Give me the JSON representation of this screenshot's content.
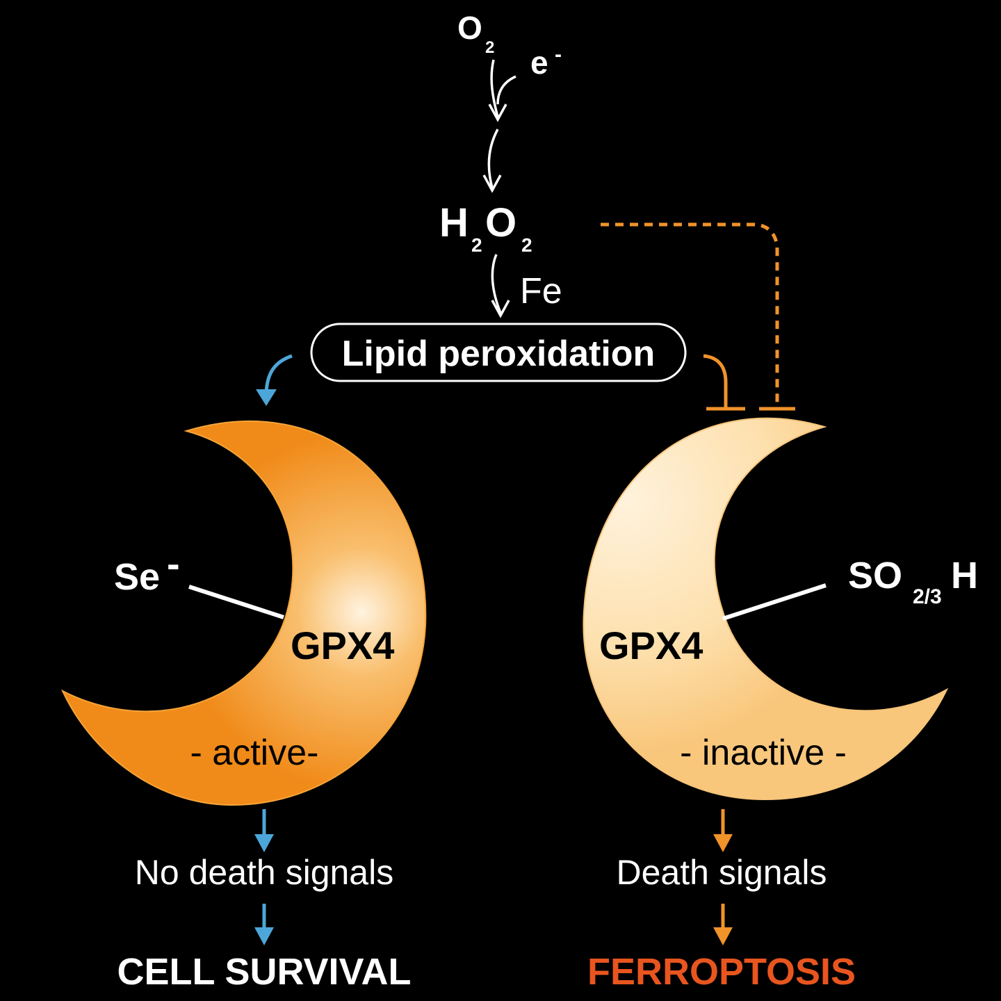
{
  "top": {
    "o2": "O",
    "o2_sub": "2",
    "electron": "e",
    "electron_sup": "-"
  },
  "h2o2": {
    "h": "H",
    "sub1": "2",
    "o": "O",
    "sub2": "2"
  },
  "fe_label": "Fe",
  "lipid_peroxidation": "Lipid peroxidation",
  "left": {
    "selenium": "Se",
    "selenium_charge": "-",
    "enzyme": "GPX4",
    "state": "- active-",
    "signal": "No death signals",
    "outcome": "CELL SURVIVAL"
  },
  "right": {
    "so_prefix": "SO",
    "so_sub": "2/3",
    "so_suffix": "H",
    "enzyme": "GPX4",
    "state": "- inactive -",
    "signal": "Death signals",
    "outcome": "FERROPTOSIS"
  },
  "colors": {
    "background": "#000000",
    "arrow_white": "#ffffff",
    "arrow_blue": "#4da6d9",
    "inhibit_orange": "#f0932b",
    "ferroptosis_text": "#e8551f",
    "active_crescent": "#f29421",
    "inactive_crescent": "#fbd08e"
  }
}
